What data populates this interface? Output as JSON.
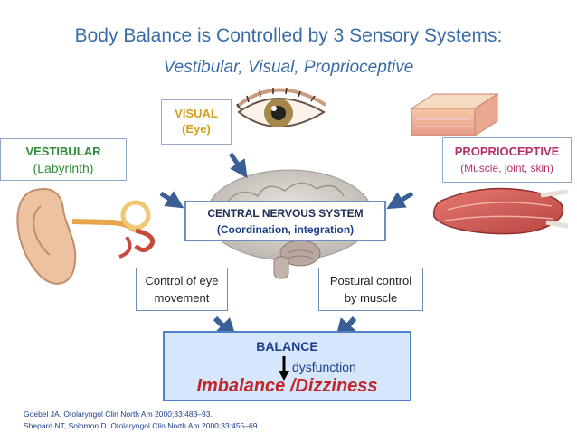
{
  "title": "Body Balance is Controlled by 3 Sensory Systems:",
  "subtitle": "Vestibular, Visual, Proprioceptive",
  "visual": {
    "name": "VISUAL",
    "detail": "(Eye)"
  },
  "vestibular": {
    "name": "VESTIBULAR",
    "detail": "(Labyrinth)"
  },
  "proprioceptive": {
    "name": "PROPRIOCEPTIVE",
    "detail": "(Muscle, joint, skin)"
  },
  "cns": {
    "name": "CENTRAL NERVOUS SYSTEM",
    "detail": "(Coordination, integration)"
  },
  "eye_control": "Control of eye movement",
  "postural_control": "Postural control by muscle",
  "balance": {
    "label": "BALANCE",
    "dysfunction": "dysfunction",
    "outcome": "Imbalance /Dizziness"
  },
  "references": [
    "Goebel JA. Otolaryngol Clin North Am 2000;33:483–93.",
    "Shepard NT, Solomon D. Otolaryngol Clin North Am 2000;33:455–69"
  ],
  "colors": {
    "title": "#3a6da8",
    "visual": "#d4a11e",
    "vestibular": "#2e8b3a",
    "proprioceptive": "#b3306a",
    "arrow": "#3a5f96",
    "outcome": "#c0262a"
  },
  "icons": [
    "eye-illustration",
    "ear-illustration",
    "brain-illustration",
    "skin-illustration",
    "muscle-illustration"
  ]
}
